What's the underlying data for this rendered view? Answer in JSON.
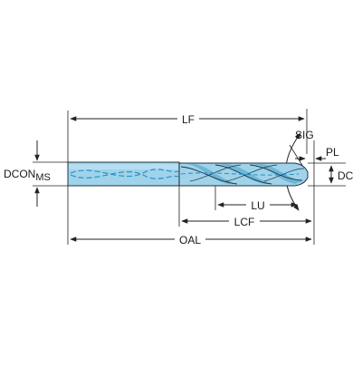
{
  "labels": {
    "lf": "LF",
    "oal": "OAL",
    "lcf": "LCF",
    "lu": "LU",
    "sig": "SIG",
    "pl": "PL",
    "dc": "DC",
    "dconms": "DCON",
    "dconms_sub": "MS"
  },
  "colors": {
    "body_fill": "#9fd3ea",
    "body_light": "#c9e8f5",
    "body_shade": "#6fb6d6",
    "outline": "#1e3440",
    "coolant": "#2a8fc8",
    "line": "#222222"
  }
}
